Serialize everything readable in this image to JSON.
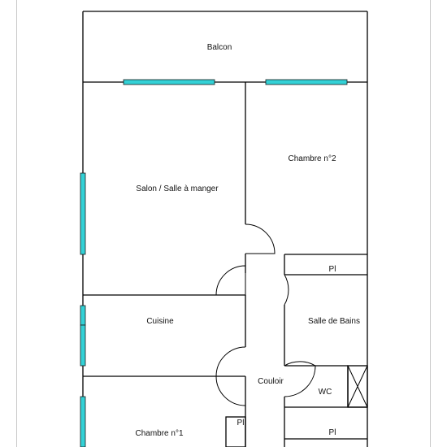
{
  "rooms": {
    "balcon": "Balcon",
    "salon": "Salon / Salle à manger",
    "chambre2": "Chambre n°2",
    "placard_sdb": "Pl",
    "cuisine": "Cuisine",
    "salle_de_bains": "Salle de Bains",
    "couloir": "Couloir",
    "wc": "WC",
    "chambre1": "Chambre n°1",
    "placard_ch1": "Pl",
    "placard_bas": "Pl"
  },
  "colors": {
    "wall": "#000000",
    "window": "#33d1d6",
    "frame_line": "#c9c9c9"
  }
}
